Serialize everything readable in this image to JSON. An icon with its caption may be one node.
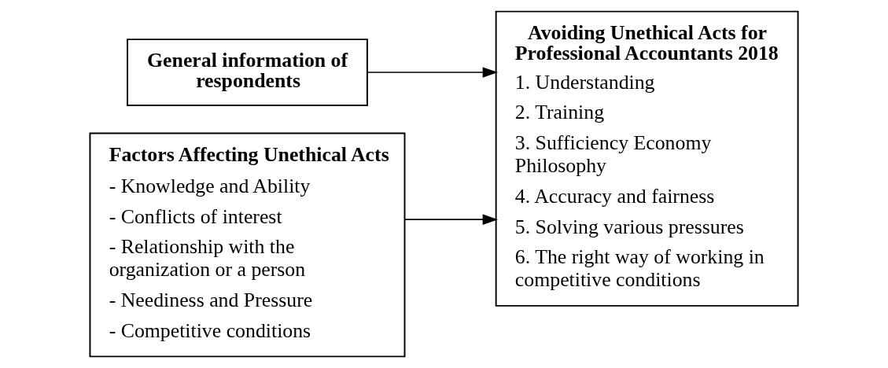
{
  "diagram": {
    "nodes": [
      {
        "text": [
          "General information of respondents"
        ]
      },
      {
        "text": [
          "Factors Affecting Unethical Acts",
          "- Knowledge and Ability",
          "- Conflicts of interest",
          "- Relationship with the organization or a person",
          "- Neediness and Pressure",
          "- Competitive conditions"
        ]
      },
      {
        "text": [
          "Avoiding Unethical Acts for Professional Accountants 2018",
          "1. Understanding",
          "2. Training",
          "3. Sufficiency Economy Philosophy",
          "4. Accuracy and fairness",
          "5. Solving various pressures",
          "6. The right way of working in competitive conditions"
        ]
      }
    ],
    "edges": [
      {
        "from": 0,
        "to": 2,
        "arrow": "to"
      },
      {
        "from": 1,
        "to": 2,
        "arrow": "to"
      }
    ]
  }
}
